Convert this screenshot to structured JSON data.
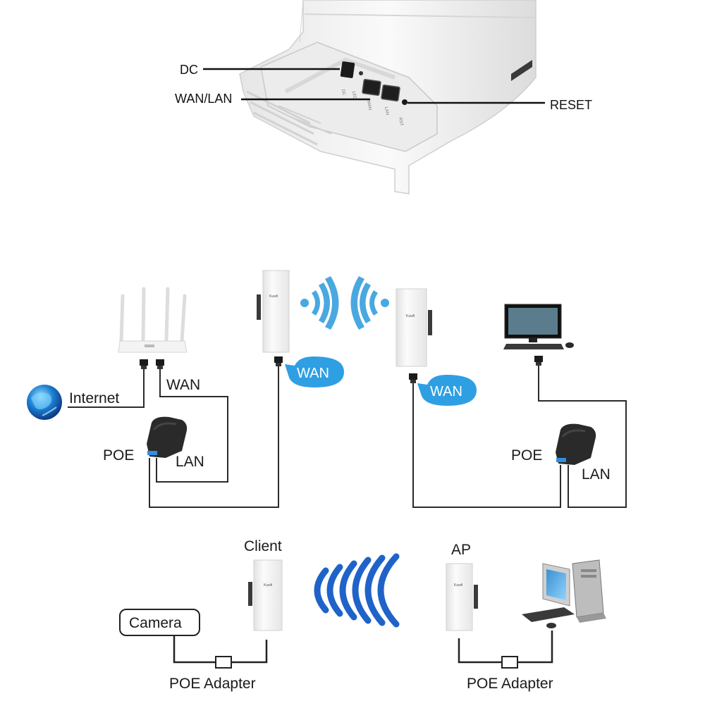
{
  "port_labels": {
    "dc": "DC",
    "wan_lan": "WAN/LAN",
    "reset": "RESET"
  },
  "port_silkscreen": {
    "dc": "DC",
    "led": "LED",
    "wan": "WAN",
    "lan": "LAN",
    "rst": "RST"
  },
  "bridge_diagram": {
    "internet": "Internet",
    "router_wan": "WAN",
    "left_poe": "POE",
    "left_lan": "LAN",
    "left_bubble": "WAN",
    "right_bubble": "WAN",
    "right_poe": "POE",
    "right_lan": "LAN"
  },
  "client_ap_diagram": {
    "client": "Client",
    "ap": "AP",
    "camera": "Camera",
    "left_adapter": "POE Adapter",
    "right_adapter": "POE Adapter"
  },
  "colors": {
    "wifi_blue": "#4aa8e0",
    "bubble_blue": "#2f9fe3",
    "signal_blue": "#1f63c9",
    "device_white": "#f4f4f4",
    "poe_black": "#2a2a2a"
  },
  "icons": [
    "globe-icon",
    "router-icon",
    "cpe-icon",
    "wifi-signal-icon",
    "poe-injector-icon",
    "monitor-icon",
    "keyboard-icon",
    "desktop-pc-icon",
    "rj45-plug-icon"
  ]
}
